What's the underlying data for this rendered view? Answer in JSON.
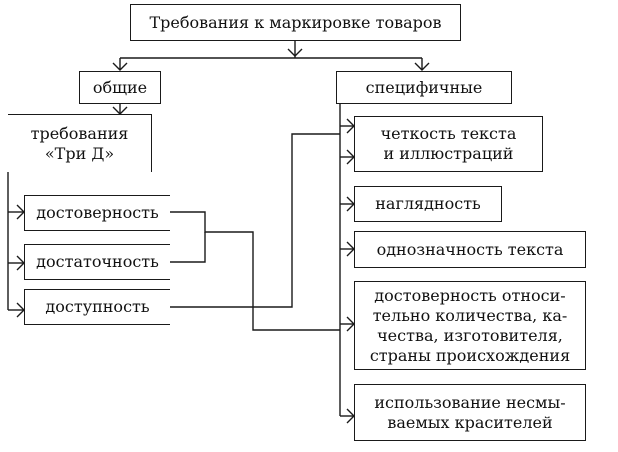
{
  "title": "Требования к маркировке товаров",
  "general": {
    "label": "общие",
    "group": "требования\n«Три Д»",
    "items": [
      "достоверность",
      "достаточность",
      "доступность"
    ]
  },
  "specific": {
    "label": "специфичные",
    "items": [
      "четкость текста\nи иллюстраций",
      "наглядность",
      "однозначность текста",
      "достоверность относи-\nтельно количества, ка-\nчества, изготовителя,\nстраны происхождения",
      "использование несмы-\nваемых красителей"
    ]
  }
}
